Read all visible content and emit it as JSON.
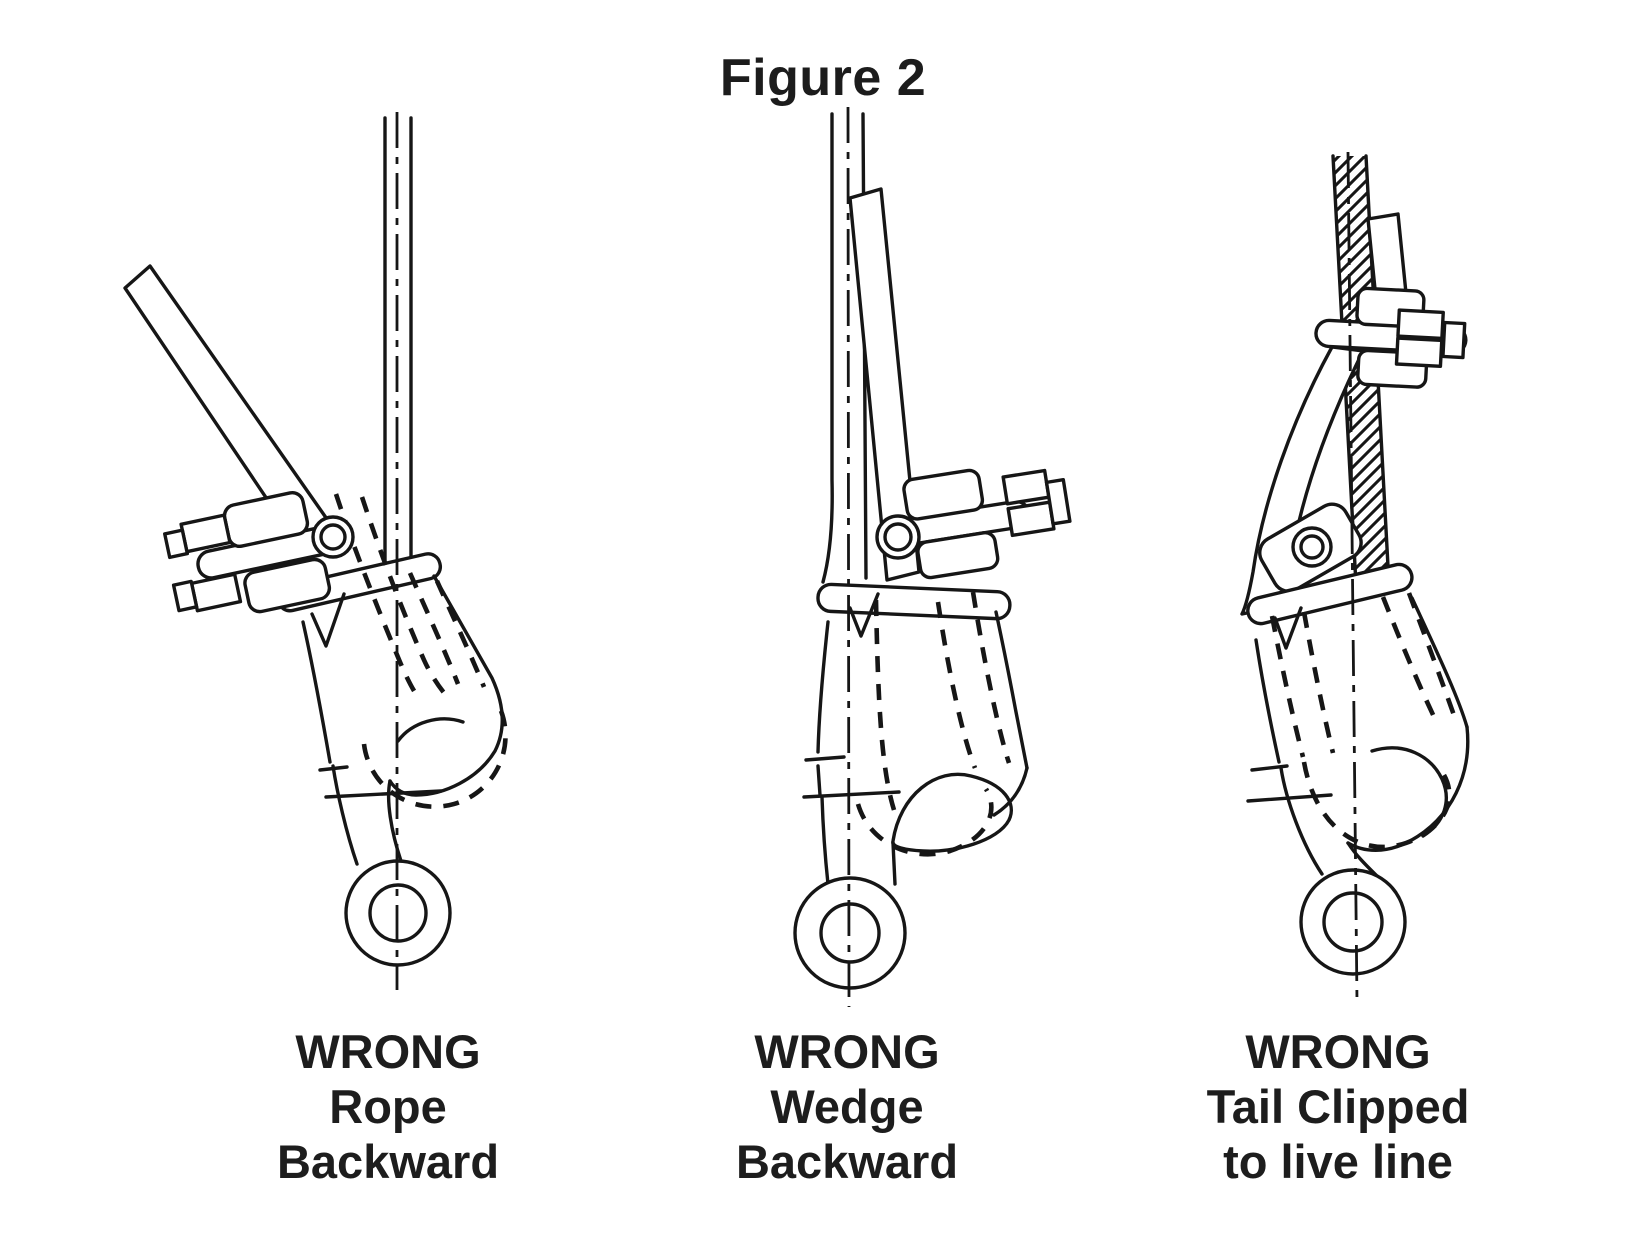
{
  "title": "Figure 2",
  "colors": {
    "background": "#ffffff",
    "line": "#161616",
    "text": "#1d1d1d"
  },
  "figures": [
    {
      "name": "rope-backward",
      "label_lines": [
        "WRONG",
        "Rope",
        "Backward"
      ]
    },
    {
      "name": "wedge-backward",
      "label_lines": [
        "WRONG",
        "Wedge",
        "Backward"
      ]
    },
    {
      "name": "tail-clipped",
      "label_lines": [
        "WRONG",
        "Tail Clipped",
        "to live line"
      ]
    }
  ]
}
